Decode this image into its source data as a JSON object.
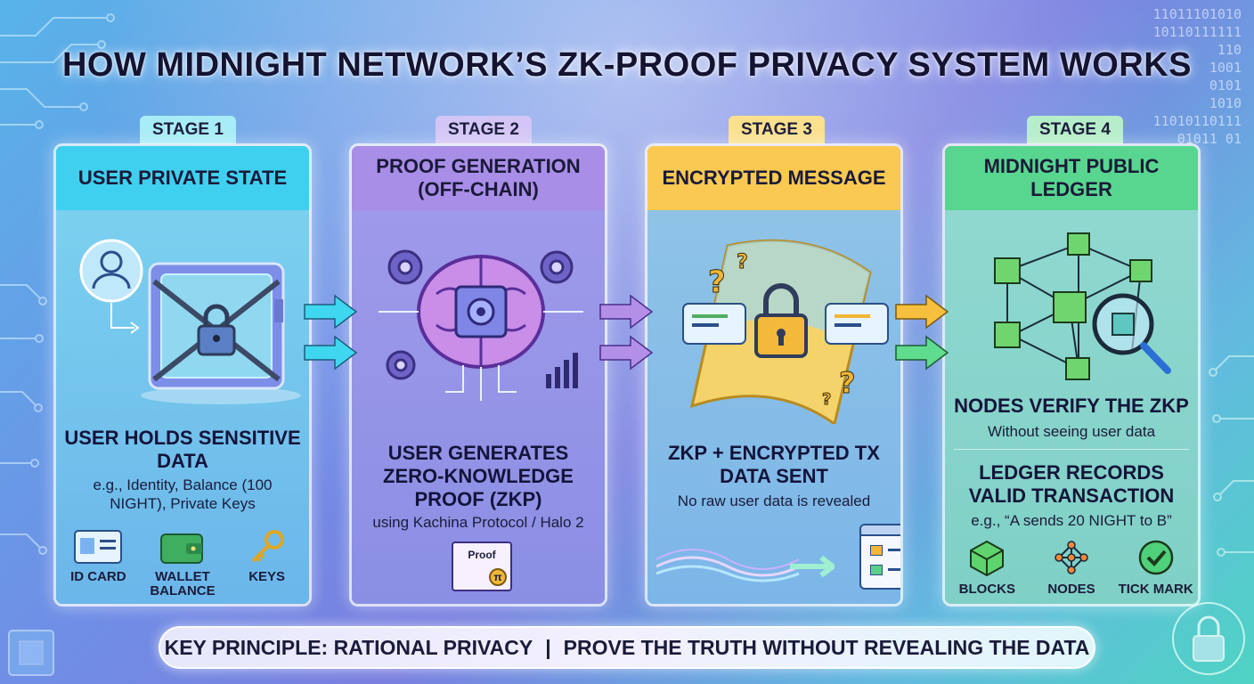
{
  "title": "HOW MIDNIGHT NETWORK’S ZK-PROOF PRIVACY SYSTEM WORKS",
  "binary_decor": [
    "11011101010",
    "10110111111",
    "110",
    "1001",
    "0101",
    "1010",
    "11010110111",
    "01011 01"
  ],
  "stages": [
    {
      "tag": "STAGE 1",
      "header": "USER PRIVATE STATE",
      "heading": "USER HOLDS SENSITIVE DATA",
      "description": "e.g., Identity, Balance (100 NIGHT), Private Keys",
      "icons": [
        {
          "name": "id-card-icon",
          "label": "ID CARD"
        },
        {
          "name": "wallet-icon",
          "label": "WALLET BALANCE"
        },
        {
          "name": "key-icon",
          "label": "KEYS"
        }
      ]
    },
    {
      "tag": "STAGE 2",
      "header": "PROOF GENERATION (OFF-CHAIN)",
      "heading": "USER GENERATES ZERO-KNOWLEDGE PROOF (ZKP)",
      "description": "using Kachina Protocol / Halo 2",
      "certificate_label": "Proof",
      "certificate_seal": "π"
    },
    {
      "tag": "STAGE 3",
      "header": "ENCRYPTED MESSAGE",
      "heading": "ZKP + ENCRYPTED TX DATA SENT",
      "description": "No raw user data is revealed"
    },
    {
      "tag": "STAGE 4",
      "header": "MIDNIGHT PUBLIC LEDGER",
      "verify_heading": "NODES VERIFY THE ZKP",
      "verify_description": "Without seeing user data",
      "heading": "LEDGER RECORDS VALID TRANSACTION",
      "description": "e.g., “A sends 20 NIGHT to B”",
      "icons": [
        {
          "name": "blocks-icon",
          "label": "BLOCKS"
        },
        {
          "name": "nodes-icon",
          "label": "NODES"
        },
        {
          "name": "tick-mark-icon",
          "label": "TICK MARK"
        }
      ]
    }
  ],
  "principle": {
    "left": "KEY PRINCIPLE: RATIONAL PRIVACY",
    "separator": "|",
    "right": "PROVE THE TRUTH WITHOUT REVEALING THE DATA"
  }
}
